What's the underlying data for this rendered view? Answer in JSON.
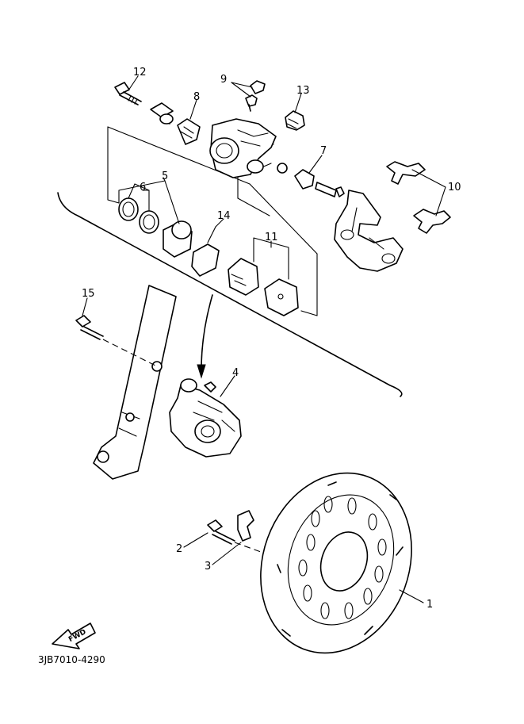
{
  "callouts": {
    "n1": "1",
    "n2": "2",
    "n3": "3",
    "n4": "4",
    "n5": "5",
    "n6": "6",
    "n7": "7",
    "n8": "8",
    "n9": "9",
    "n10": "10",
    "n11": "11",
    "n12": "12",
    "n13": "13",
    "n14": "14",
    "n15": "15"
  },
  "fwd_label": "FWD",
  "diagram_code": "3JB7010-4290"
}
